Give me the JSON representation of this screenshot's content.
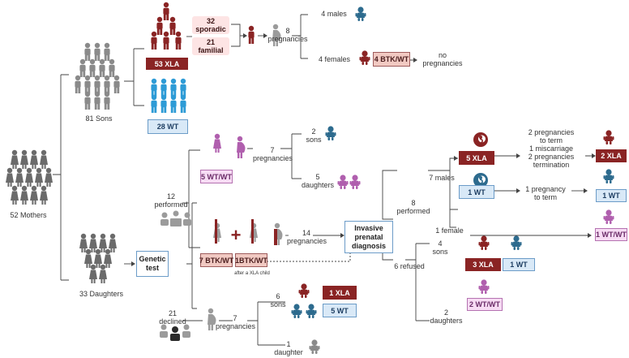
{
  "colors": {
    "xla": "#8a2424",
    "wt": "#2d9bd6",
    "grey": "#7d7d7d",
    "female_wt": "#b05fae",
    "line": "#444444"
  },
  "root": {
    "label": "52 Mothers"
  },
  "sons": {
    "label": "81 Sons",
    "xla_box": "53 XLA",
    "wt_box": "28 WT",
    "sporadic": "32\nsporadic",
    "familial": "21\nfamilial",
    "pregnancies": "8\npregnancies",
    "males": "4 males",
    "females": "4 females",
    "btk_box": "4 BTK/WT",
    "no_pregnancies": "no\npregnancies"
  },
  "daughters": {
    "label": "33 Daughters",
    "genetic_test": "Genetic\ntest",
    "performed": "12\nperformed",
    "declined": "21\ndeclined",
    "wtwt_box": "5 WT/WT",
    "wtwt_pregnancies": "7\npregnancies",
    "wtwt_sons": "2\nsons",
    "wtwt_daughters": "5\ndaughters",
    "btk7_box": "7 BTK/WT",
    "btk1_box": "1BTK/WT",
    "after_xla": "after a XLA child",
    "carrier_pregnancies": "14\npregnancies",
    "invasive": "Invasive\nprenatal\ndiagnosis",
    "invasive_performed": "8\nperformed",
    "males7": "7 males",
    "xla5_box": "5 XLA",
    "xla5_outcome": "2 pregnancies\nto term\n1 miscarriage\n2 pregnancies\ntermination",
    "xla2_box": "2 XLA",
    "wt1_box": "1 WT",
    "wt1_outcome": "1 pregnancy\nto term",
    "wt1_result": "1 WT",
    "female1": "1 female",
    "wtwt1_result": "1 WT/WT",
    "refused": "6 refused",
    "refused_sons": "4\nsons",
    "refused_xla3": "3 XLA",
    "refused_wt1": "1 WT",
    "refused_daughters": "2\ndaughters",
    "refused_wtwt": "2 WT/WT",
    "declined_pregnancies": "7\npregnancies",
    "declined_sons": "6\nsons",
    "declined_xla1": "1 XLA",
    "declined_wt5": "5 WT",
    "declined_daughter": "1\ndaughter"
  }
}
